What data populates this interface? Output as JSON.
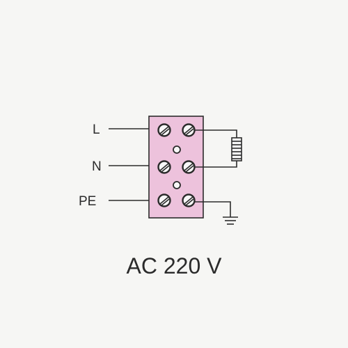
{
  "terminal_labels": {
    "live": "L",
    "neutral": "N",
    "protective_earth": "PE"
  },
  "caption": "AC 220 V",
  "colors": {
    "terminal_block": "#edc2dc",
    "line": "#2b2b2b",
    "background": "#f6f6f4"
  },
  "icons": [
    "screw-terminal-icon",
    "heating-coil-icon",
    "ground-icon"
  ]
}
